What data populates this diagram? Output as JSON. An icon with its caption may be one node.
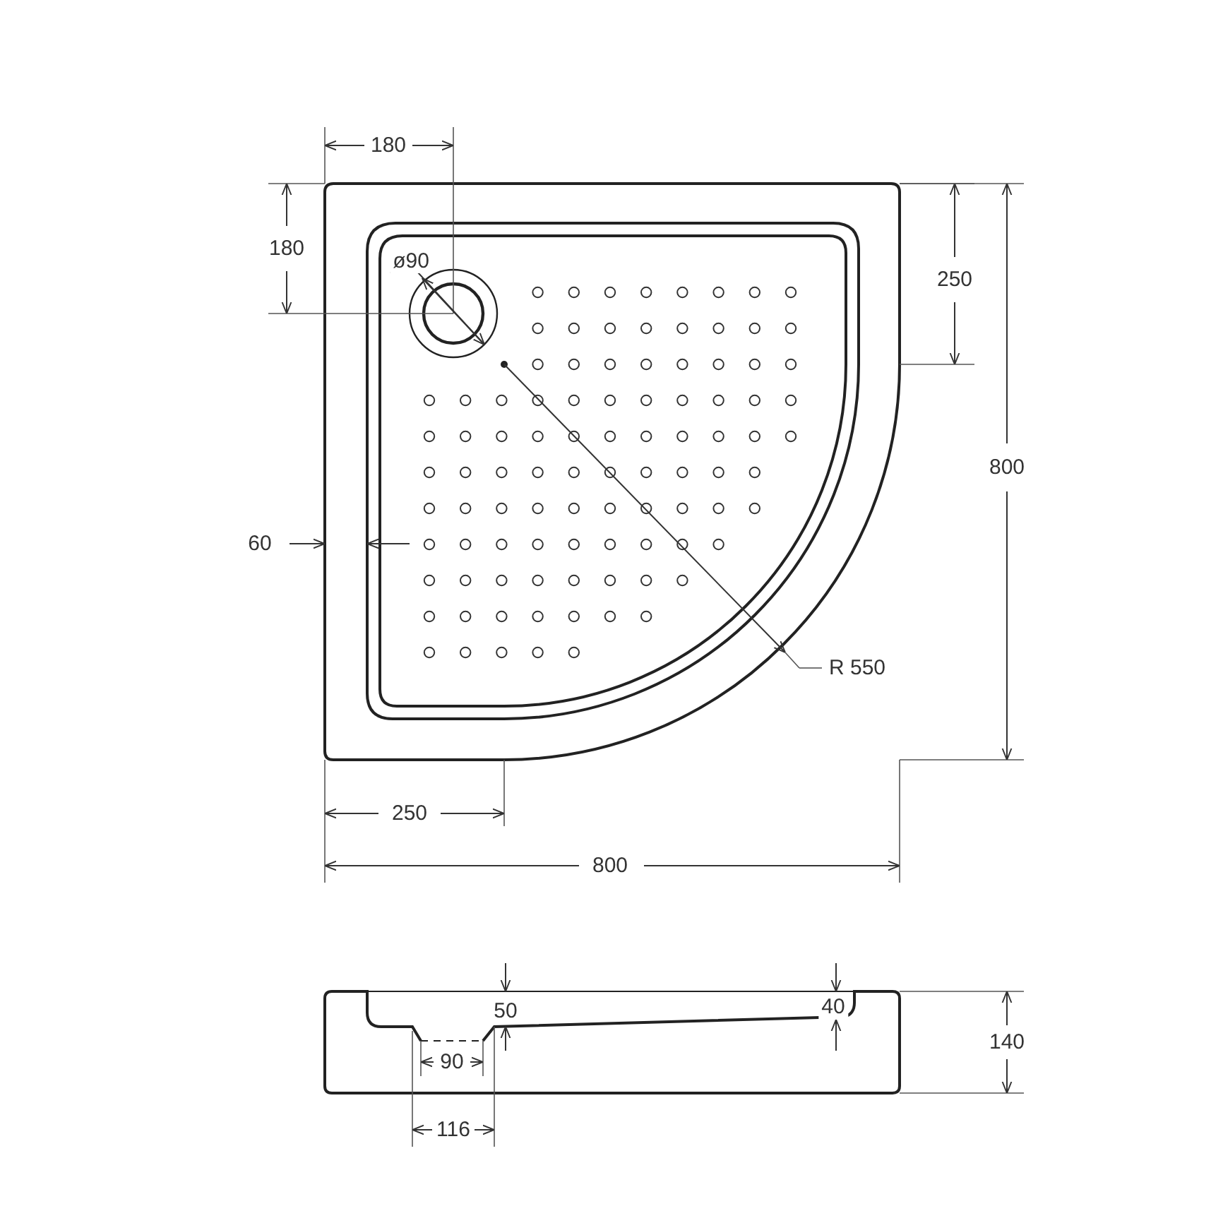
{
  "diagram": {
    "labels": [
      "180",
      "180",
      "ø90",
      "250",
      "800",
      "60",
      "R 550",
      "250",
      "800",
      "50",
      "40",
      "90",
      "140",
      "116"
    ]
  }
}
